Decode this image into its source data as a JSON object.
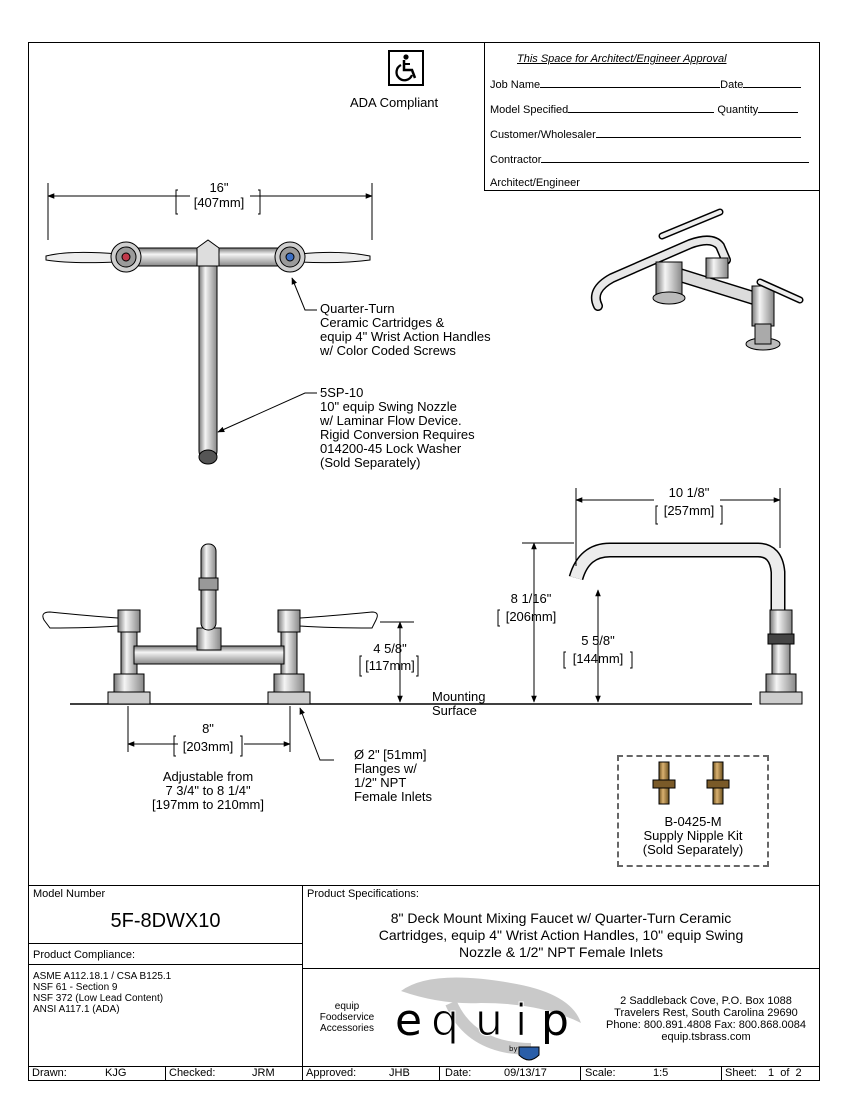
{
  "ada": {
    "label": "ADA Compliant"
  },
  "approval": {
    "title": "This Space for Architect/Engineer Approval",
    "job_name": "Job Name",
    "date": "Date",
    "model_specified": "Model Specified",
    "quantity": "Quantity",
    "customer": "Customer/Wholesaler",
    "contractor": "Contractor",
    "architect": "Architect/Engineer"
  },
  "dimensions": {
    "width_top": "16\"",
    "width_top_mm": "[407mm]",
    "spread": "8\"",
    "spread_mm": "[203mm]",
    "adjust_1": "Adjustable from",
    "adjust_2": "7 3/4\" to 8 1/4\"",
    "adjust_3": "[197mm to 210mm]",
    "height": "4 5/8\"",
    "height_mm": "[117mm]",
    "reach": "10 1/8\"",
    "reach_mm": "[257mm]",
    "total_h": "8 1/16\"",
    "total_h_mm": "[206mm]",
    "outlet_h": "5 5/8\"",
    "outlet_h_mm": "[144mm]",
    "mount_1": "Mounting",
    "mount_2": "Surface"
  },
  "callouts": {
    "cartridge": [
      "Quarter-Turn",
      "Ceramic Cartridges &",
      "equip 4\" Wrist Action Handles",
      "w/ Color Coded Screws"
    ],
    "nozzle": [
      "5SP-10",
      "10\" equip Swing Nozzle",
      "w/ Laminar Flow Device.",
      "Rigid Conversion Requires",
      "014200-45 Lock Washer",
      "(Sold Separately)"
    ],
    "flange": [
      "Ø 2\" [51mm]",
      "Flanges w/",
      "1/2\" NPT",
      "Female Inlets"
    ]
  },
  "nipple_kit": [
    "B-0425-M",
    "Supply Nipple Kit",
    "(Sold Separately)"
  ],
  "model": {
    "label": "Model Number",
    "value": "5F-8DWX10"
  },
  "compliance": {
    "label": "Product Compliance:",
    "items": [
      "ASME A112.18.1 / CSA B125.1",
      "NSF 61 - Section 9",
      "NSF 372 (Low Lead Content)",
      "ANSI A117.1 (ADA)"
    ]
  },
  "specs": {
    "label": "Product Specifications:",
    "lines": [
      "8\" Deck Mount Mixing Faucet w/ Quarter-Turn Ceramic",
      "Cartridges, equip 4\" Wrist Action Handles, 10\" equip Swing",
      "Nozzle & 1/2\" NPT Female Inlets"
    ]
  },
  "brand": {
    "tag": [
      "equip",
      "Foodservice",
      "Accessories"
    ],
    "logo_letters": [
      "e",
      "q",
      "u",
      "i",
      "p"
    ],
    "by": "by",
    "address": [
      "2 Saddleback Cove, P.O. Box 1088",
      "Travelers Rest, South Carolina 29690",
      "Phone: 800.891.4808  Fax: 800.868.0084",
      "equip.tsbrass.com"
    ]
  },
  "footer": {
    "drawn_label": "Drawn:",
    "drawn": "KJG",
    "checked_label": "Checked:",
    "checked": "JRM",
    "approved_label": "Approved:",
    "approved": "JHB",
    "date_label": "Date:",
    "date": "09/13/17",
    "scale_label": "Scale:",
    "scale": "1:5",
    "sheet_label": "Sheet:",
    "sheet": "1  of  2"
  },
  "colors": {
    "metal_light": "#e6e6e6",
    "metal_mid": "#b0b0b0",
    "metal_dark": "#6a6a6a",
    "brass": "#a07a3a",
    "logo_blue": "#2a5ea8"
  }
}
